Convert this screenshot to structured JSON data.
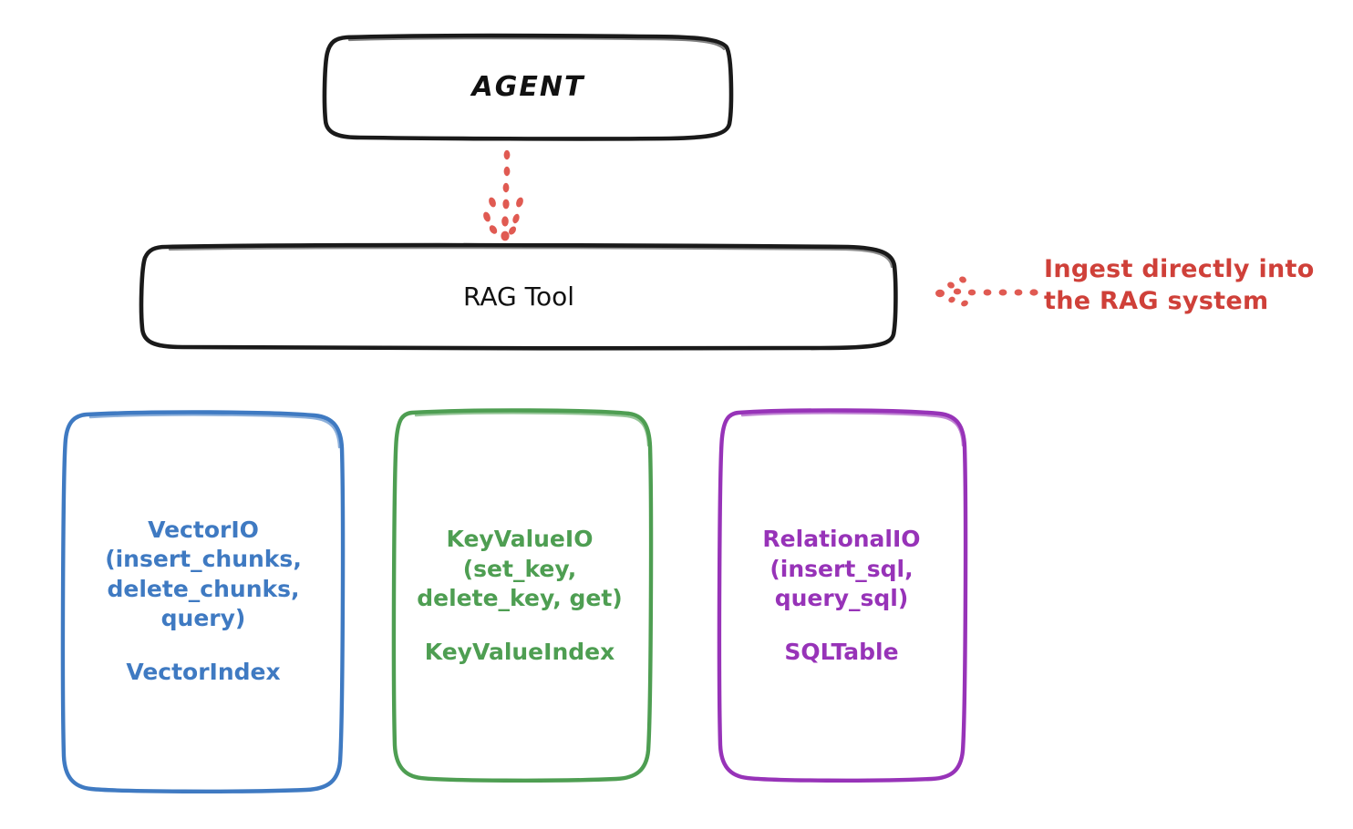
{
  "diagram": {
    "title_node": {
      "label": "AGENT"
    },
    "tool_node": {
      "label": "RAG Tool"
    },
    "leaf_nodes": [
      {
        "name": "vector-io",
        "primary": "VectorIO\n(insert_chunks,\ndelete_chunks,\nquery)",
        "secondary": "VectorIndex",
        "color": "#3f7ac2"
      },
      {
        "name": "key-value-io",
        "primary": "KeyValueIO\n(set_key,\ndelete_key, get)",
        "secondary": "KeyValueIndex",
        "color": "#4e9e52"
      },
      {
        "name": "relational-io",
        "primary": "RelationalIO\n(insert_sql,\nquery_sql)",
        "secondary": "SQLTable",
        "color": "#9733b8"
      }
    ],
    "annotation": {
      "text": "Ingest directly into\nthe RAG system",
      "color": "#cf4039"
    },
    "connectors": [
      {
        "name": "agent-to-rag-arrow",
        "style": "dotted",
        "direction": "down",
        "color": "#e05a52"
      },
      {
        "name": "annotation-to-rag-arrow",
        "style": "dotted",
        "direction": "left",
        "color": "#e05a52"
      }
    ],
    "stroke_color_dark": "#1a1a1a",
    "background": "#ffffff"
  }
}
